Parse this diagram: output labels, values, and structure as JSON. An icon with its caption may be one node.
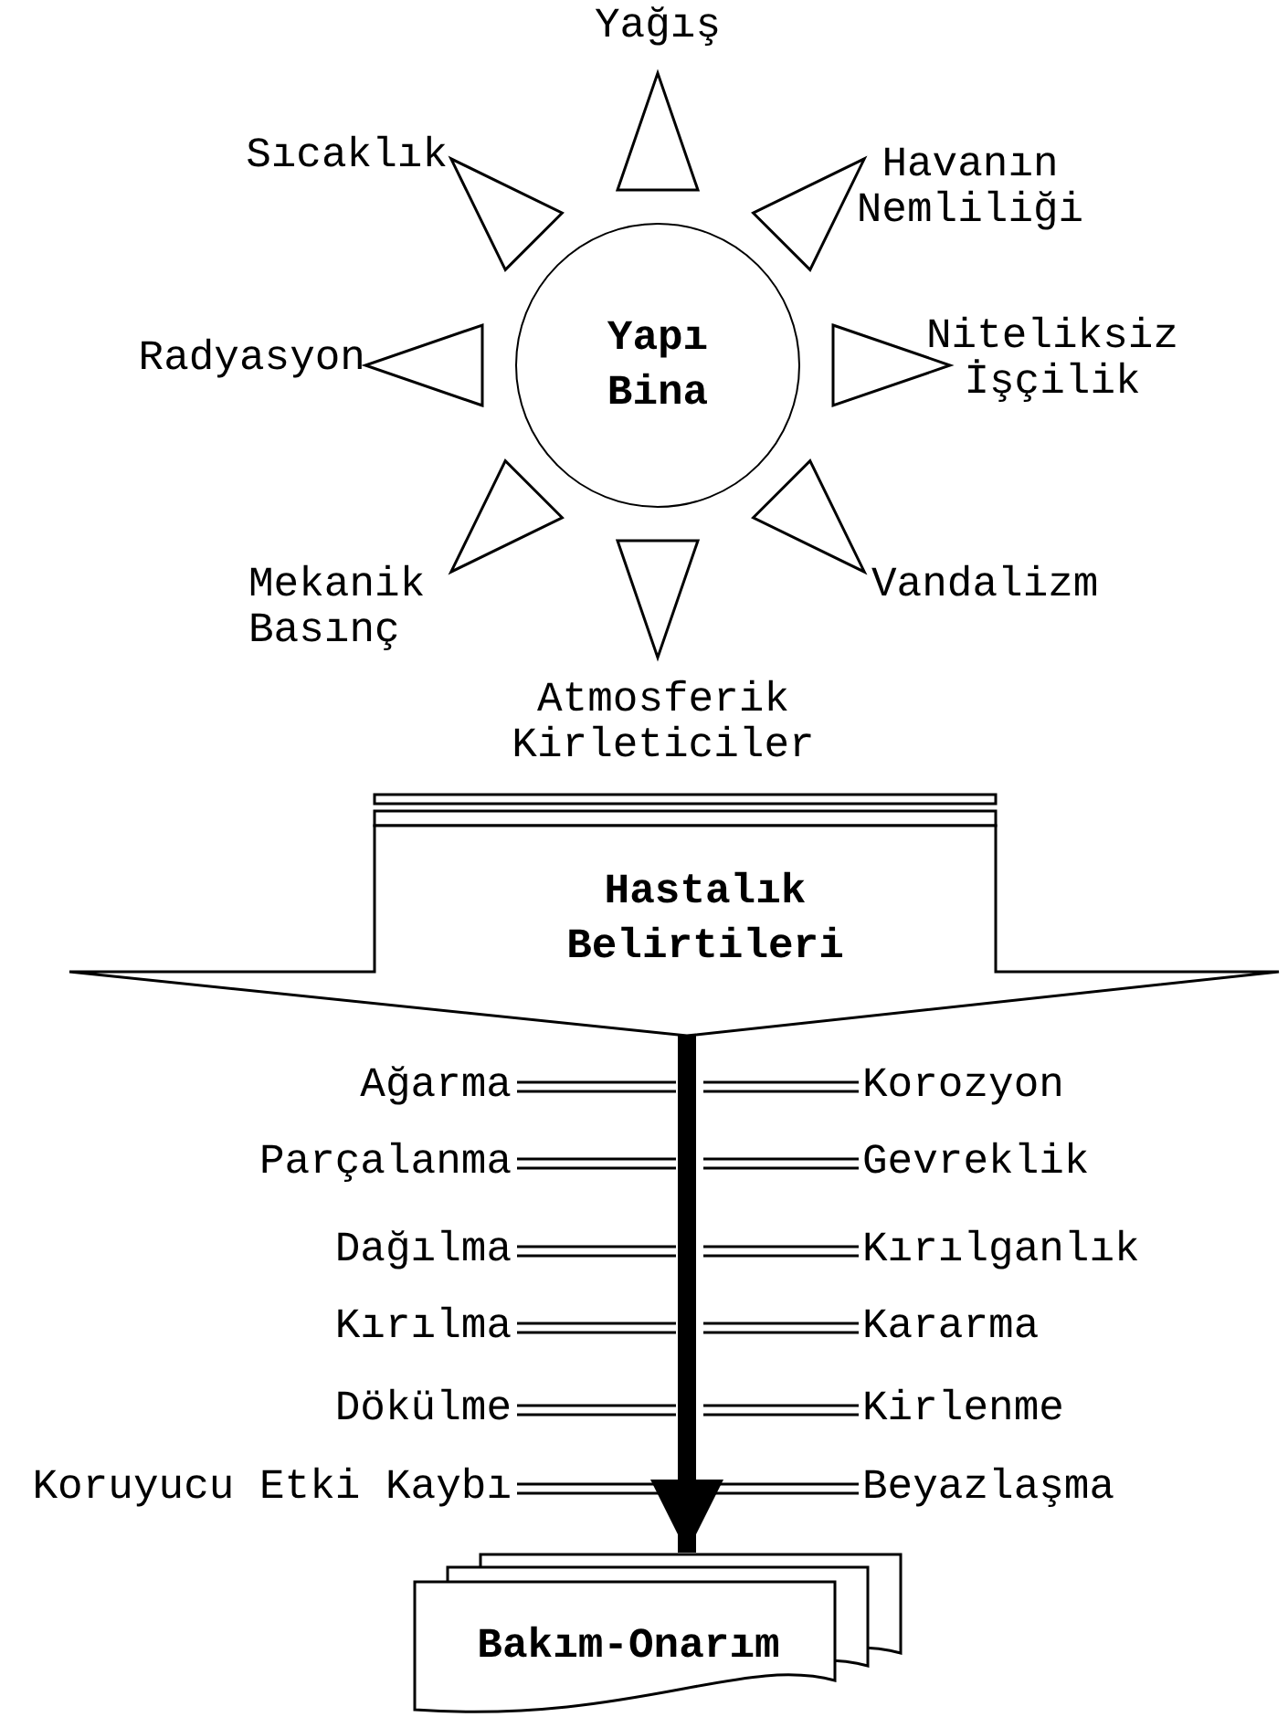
{
  "diagram": {
    "nodes": [
      {
        "text": [
          "Yapı Bina"
        ]
      },
      {
        "text": [
          "Hastalık Belirtileri"
        ]
      },
      {
        "text": [
          "Ağarma"
        ]
      },
      {
        "text": [
          "Korozyon"
        ]
      },
      {
        "text": [
          "Parçalanma"
        ]
      },
      {
        "text": [
          "Gevreklik"
        ]
      },
      {
        "text": [
          "Dağılma"
        ]
      },
      {
        "text": [
          "Kırılganlık"
        ]
      },
      {
        "text": [
          "Kırılma"
        ]
      },
      {
        "text": [
          "Kararma"
        ]
      },
      {
        "text": [
          "Dökülme"
        ]
      },
      {
        "text": [
          "Kirlenme"
        ]
      },
      {
        "text": [
          "Koruyucu Etki Kaybı"
        ]
      },
      {
        "text": [
          "Beyazlaşma"
        ]
      },
      {
        "text": [
          "Bakım-Onarım"
        ]
      }
    ],
    "edges": [
      {
        "from": 1,
        "to": 14,
        "arrow": "to",
        "style": "thick"
      },
      {
        "from": 2,
        "to": null,
        "arrow": "none"
      },
      {
        "from": 3,
        "to": null,
        "arrow": "none"
      },
      {
        "from": 4,
        "to": null,
        "arrow": "none"
      },
      {
        "from": 5,
        "to": null,
        "arrow": "none"
      },
      {
        "from": 6,
        "to": null,
        "arrow": "none"
      },
      {
        "from": 7,
        "to": null,
        "arrow": "none"
      },
      {
        "from": 8,
        "to": null,
        "arrow": "none"
      },
      {
        "from": 9,
        "to": null,
        "arrow": "none"
      },
      {
        "from": 10,
        "to": null,
        "arrow": "none"
      },
      {
        "from": 11,
        "to": null,
        "arrow": "none"
      },
      {
        "from": 12,
        "to": null,
        "arrow": "none"
      },
      {
        "from": 13,
        "to": null,
        "arrow": "none"
      }
    ],
    "labels": [
      "Yağış",
      "Sıcaklık",
      "Havanın Nemliliği",
      "Radyasyon",
      "Niteliksiz İşçilik",
      "Mekanik Basınç",
      "Vandalizm",
      "Atmosferik Kirleticiler"
    ]
  }
}
